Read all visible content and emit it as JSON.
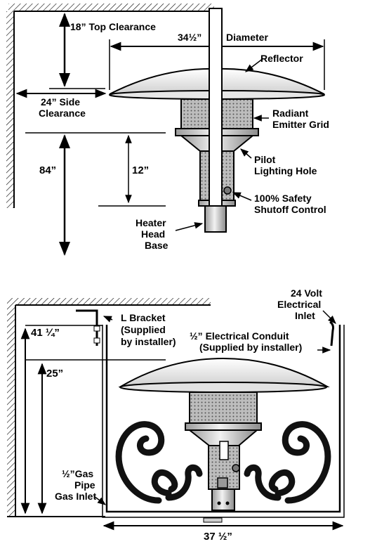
{
  "top_diagram": {
    "top_clearance": "18” Top Clearance",
    "diameter_value": "34½”",
    "diameter_label": "Diameter",
    "reflector": "Reflector",
    "side_clearance_line1": "24” Side",
    "side_clearance_line2": "Clearance",
    "radiant_line1": "Radiant",
    "radiant_line2": "Emitter Grid",
    "height_84": "84”",
    "height_12": "12”",
    "pilot_line1": "Pilot",
    "pilot_line2": "Lighting Hole",
    "safety_line1": "100% Safety",
    "safety_line2": "Shutoff Control",
    "base_line1": "Heater",
    "base_line2": "Head",
    "base_line3": "Base"
  },
  "bottom_diagram": {
    "volt_line1": "24 Volt",
    "volt_line2": "Electrical",
    "volt_line3": "Inlet",
    "bracket_line1": "L Bracket",
    "bracket_line2": "(Supplied",
    "bracket_line3": "by installer)",
    "height_41": "41 ¼”",
    "conduit_line1": "½” Electrical Conduit",
    "conduit_line2": "(Supplied by installer)",
    "height_25": "25”",
    "gas_line1": "½”Gas",
    "gas_line2": "Pipe",
    "gas_line3": "Gas Inlet",
    "width_value": "37 ½”"
  }
}
